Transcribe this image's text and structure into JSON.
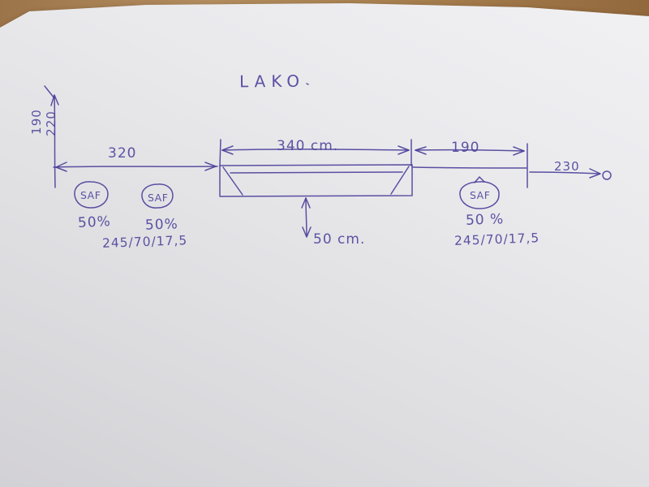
{
  "colors": {
    "ink": "#4a3e99",
    "paper": "#e7e7ea",
    "table": "#a8804f"
  },
  "sketch": {
    "title": "LAKO",
    "dims": {
      "left_outer": "190",
      "left_inner": "220",
      "front_span": "320",
      "bed_span": "340 cm.",
      "rear_span": "190",
      "rear_overhang": "230",
      "bed_drop": "50 cm."
    },
    "axles": {
      "front1_label": "SAF",
      "front2_label": "SAF",
      "rear_label": "SAF",
      "front1_load": "50%",
      "front2_load": "50%",
      "rear_load": "50 %",
      "front_tires": "245/70/17,5",
      "rear_tires": "245/70/17,5"
    }
  }
}
